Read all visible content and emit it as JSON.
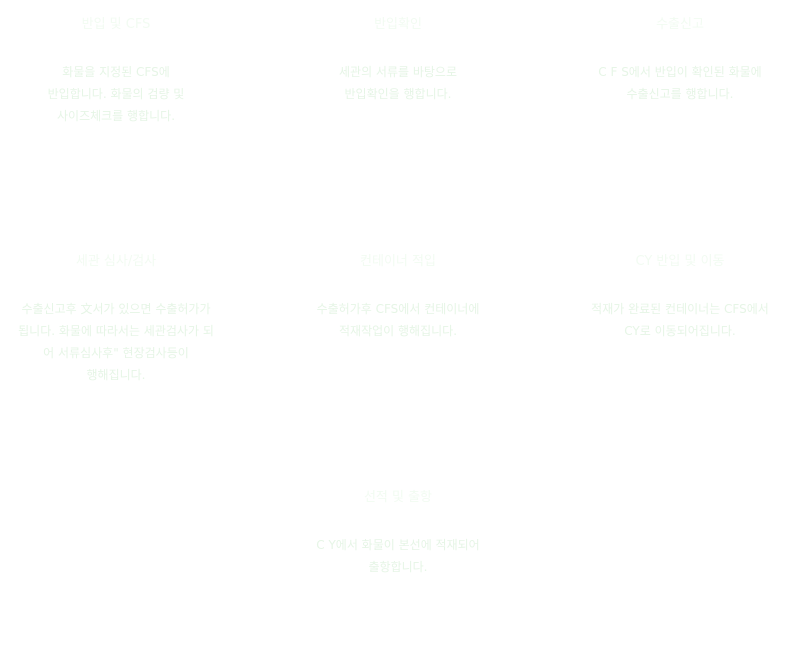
{
  "steps": [
    {
      "title": "반입 및 CFS",
      "lines": [
        "화물을 지정된 CFS에",
        "반입합니다. 화물의 검량 및",
        "사이즈체크를 행합니다."
      ]
    },
    {
      "title": "반입확인",
      "lines": [
        "세관의 서류를 바탕으로",
        "반입확인을 행합니다."
      ]
    },
    {
      "title": "수출신고",
      "lines": [
        "C F S에서 반입이 확인된 화물에",
        "수출신고를 행합니다."
      ]
    },
    {
      "title": "세관 심사/검사",
      "lines": [
        "수출신고후 文서가 있으면 수출허가가",
        "됩니다. 화물에 따라서는 세관검사가 되",
        "어 서류심사후\" 현장검사등이",
        "행해집니다."
      ]
    },
    {
      "title": "컨테이너 적입",
      "lines": [
        "수출허가후 CFS에서 컨테이너에",
        "적재작업이 행해집니다."
      ]
    },
    {
      "title": "CY 반입 및 이동",
      "lines": [
        "적재가 완료된 컨테이너는 CFS에서",
        "CY로 이동되어집니다."
      ]
    },
    {
      "title": "선적 및 출항",
      "lines": [
        "C Y에서 화물이 본선에 적재되어",
        "출항합니다."
      ]
    }
  ]
}
